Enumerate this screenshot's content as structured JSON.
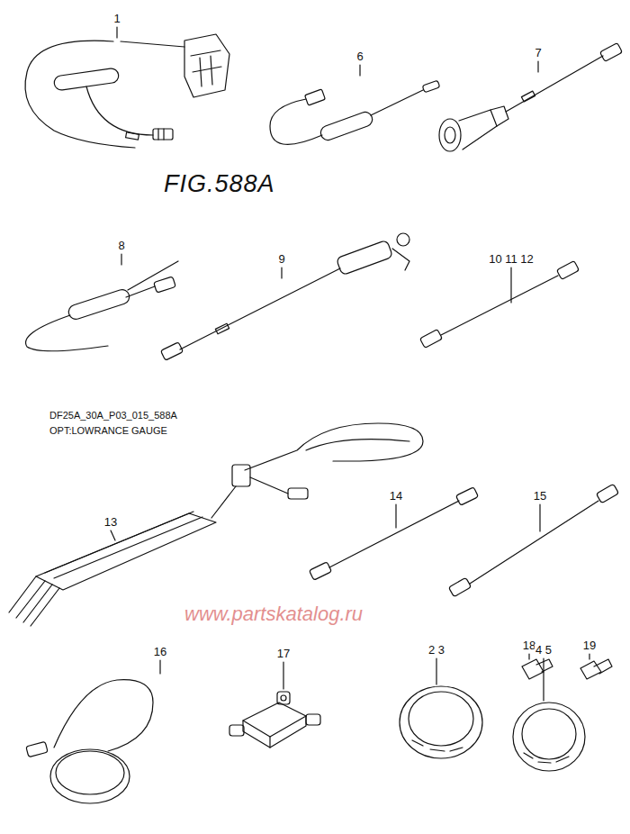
{
  "diagram": {
    "title": "FIG.588A",
    "labels": [
      "1",
      "6",
      "7",
      "8",
      "9",
      "10 11 12",
      "DF25A_30A_P03_015_588A",
      "OPT:LOWRANCE GAUGE",
      "13",
      "14",
      "15",
      "www.partskatalog.ru",
      "16",
      "17",
      "18",
      "19",
      "2 3",
      "4 5"
    ]
  }
}
